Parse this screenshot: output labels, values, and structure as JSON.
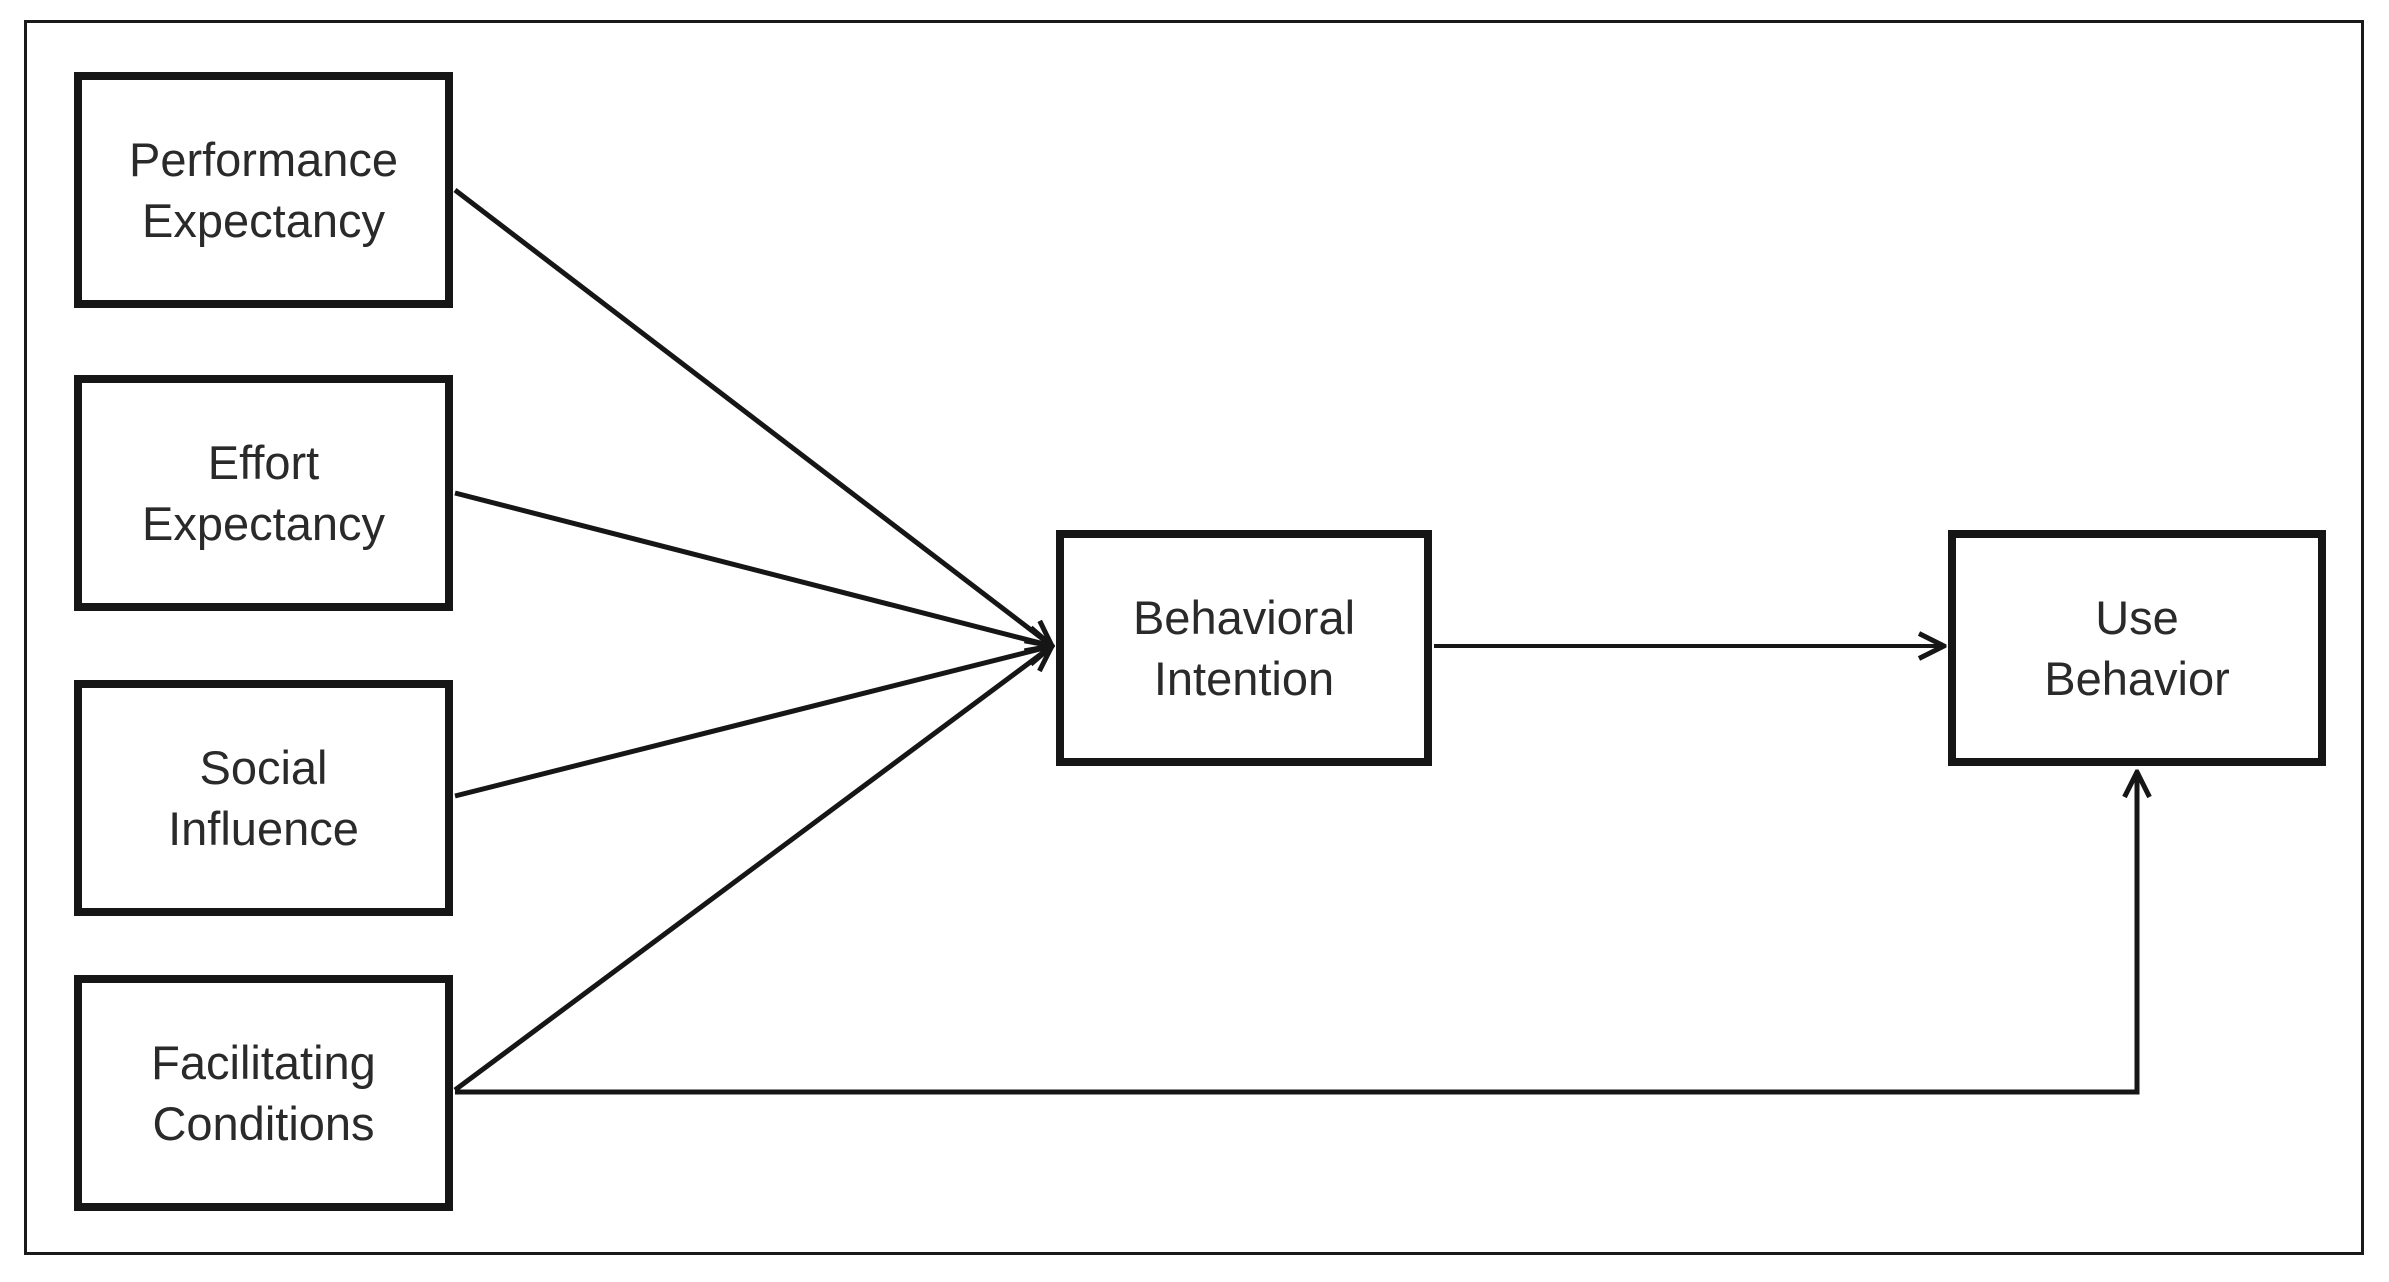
{
  "nodes": {
    "performance_expectancy": {
      "line1": "Performance",
      "line2": "Expectancy"
    },
    "effort_expectancy": {
      "line1": "Effort",
      "line2": "Expectancy"
    },
    "social_influence": {
      "line1": "Social",
      "line2": "Influence"
    },
    "facilitating_conditions": {
      "line1": "Facilitating",
      "line2": "Conditions"
    },
    "behavioral_intention": {
      "line1": "Behavioral",
      "line2": "Intention"
    },
    "use_behavior": {
      "line1": "Use",
      "line2": "Behavior"
    }
  },
  "edges": [
    {
      "from": "performance_expectancy",
      "to": "behavioral_intention"
    },
    {
      "from": "effort_expectancy",
      "to": "behavioral_intention"
    },
    {
      "from": "social_influence",
      "to": "behavioral_intention"
    },
    {
      "from": "facilitating_conditions",
      "to": "behavioral_intention"
    },
    {
      "from": "behavioral_intention",
      "to": "use_behavior"
    },
    {
      "from": "facilitating_conditions",
      "to": "use_behavior"
    }
  ],
  "colors": {
    "line": "#161616",
    "text": "#2a2a2a",
    "background": "#ffffff"
  }
}
